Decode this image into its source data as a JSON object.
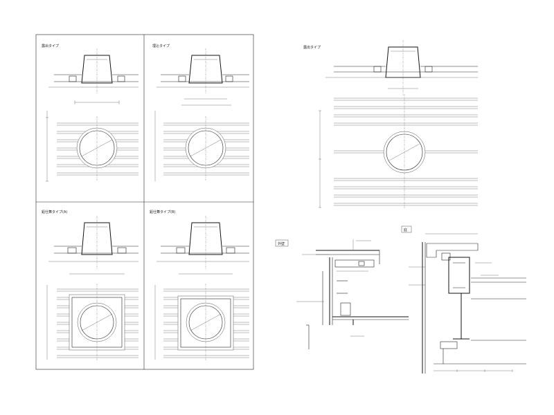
{
  "sheet": {
    "panels": [
      {
        "title": "露出タイプ"
      },
      {
        "title": "埋込タイプ"
      },
      {
        "title": "露出タイプ"
      },
      {
        "title": "鉛仕舞タイプ(A)"
      },
      {
        "title": "鉛仕舞タイプ(B)"
      }
    ],
    "sections": [
      {
        "label": "外壁"
      },
      {
        "label": "庇"
      }
    ]
  },
  "colors": {
    "line": "#222222",
    "background": "#ffffff",
    "frame": "#333333"
  }
}
